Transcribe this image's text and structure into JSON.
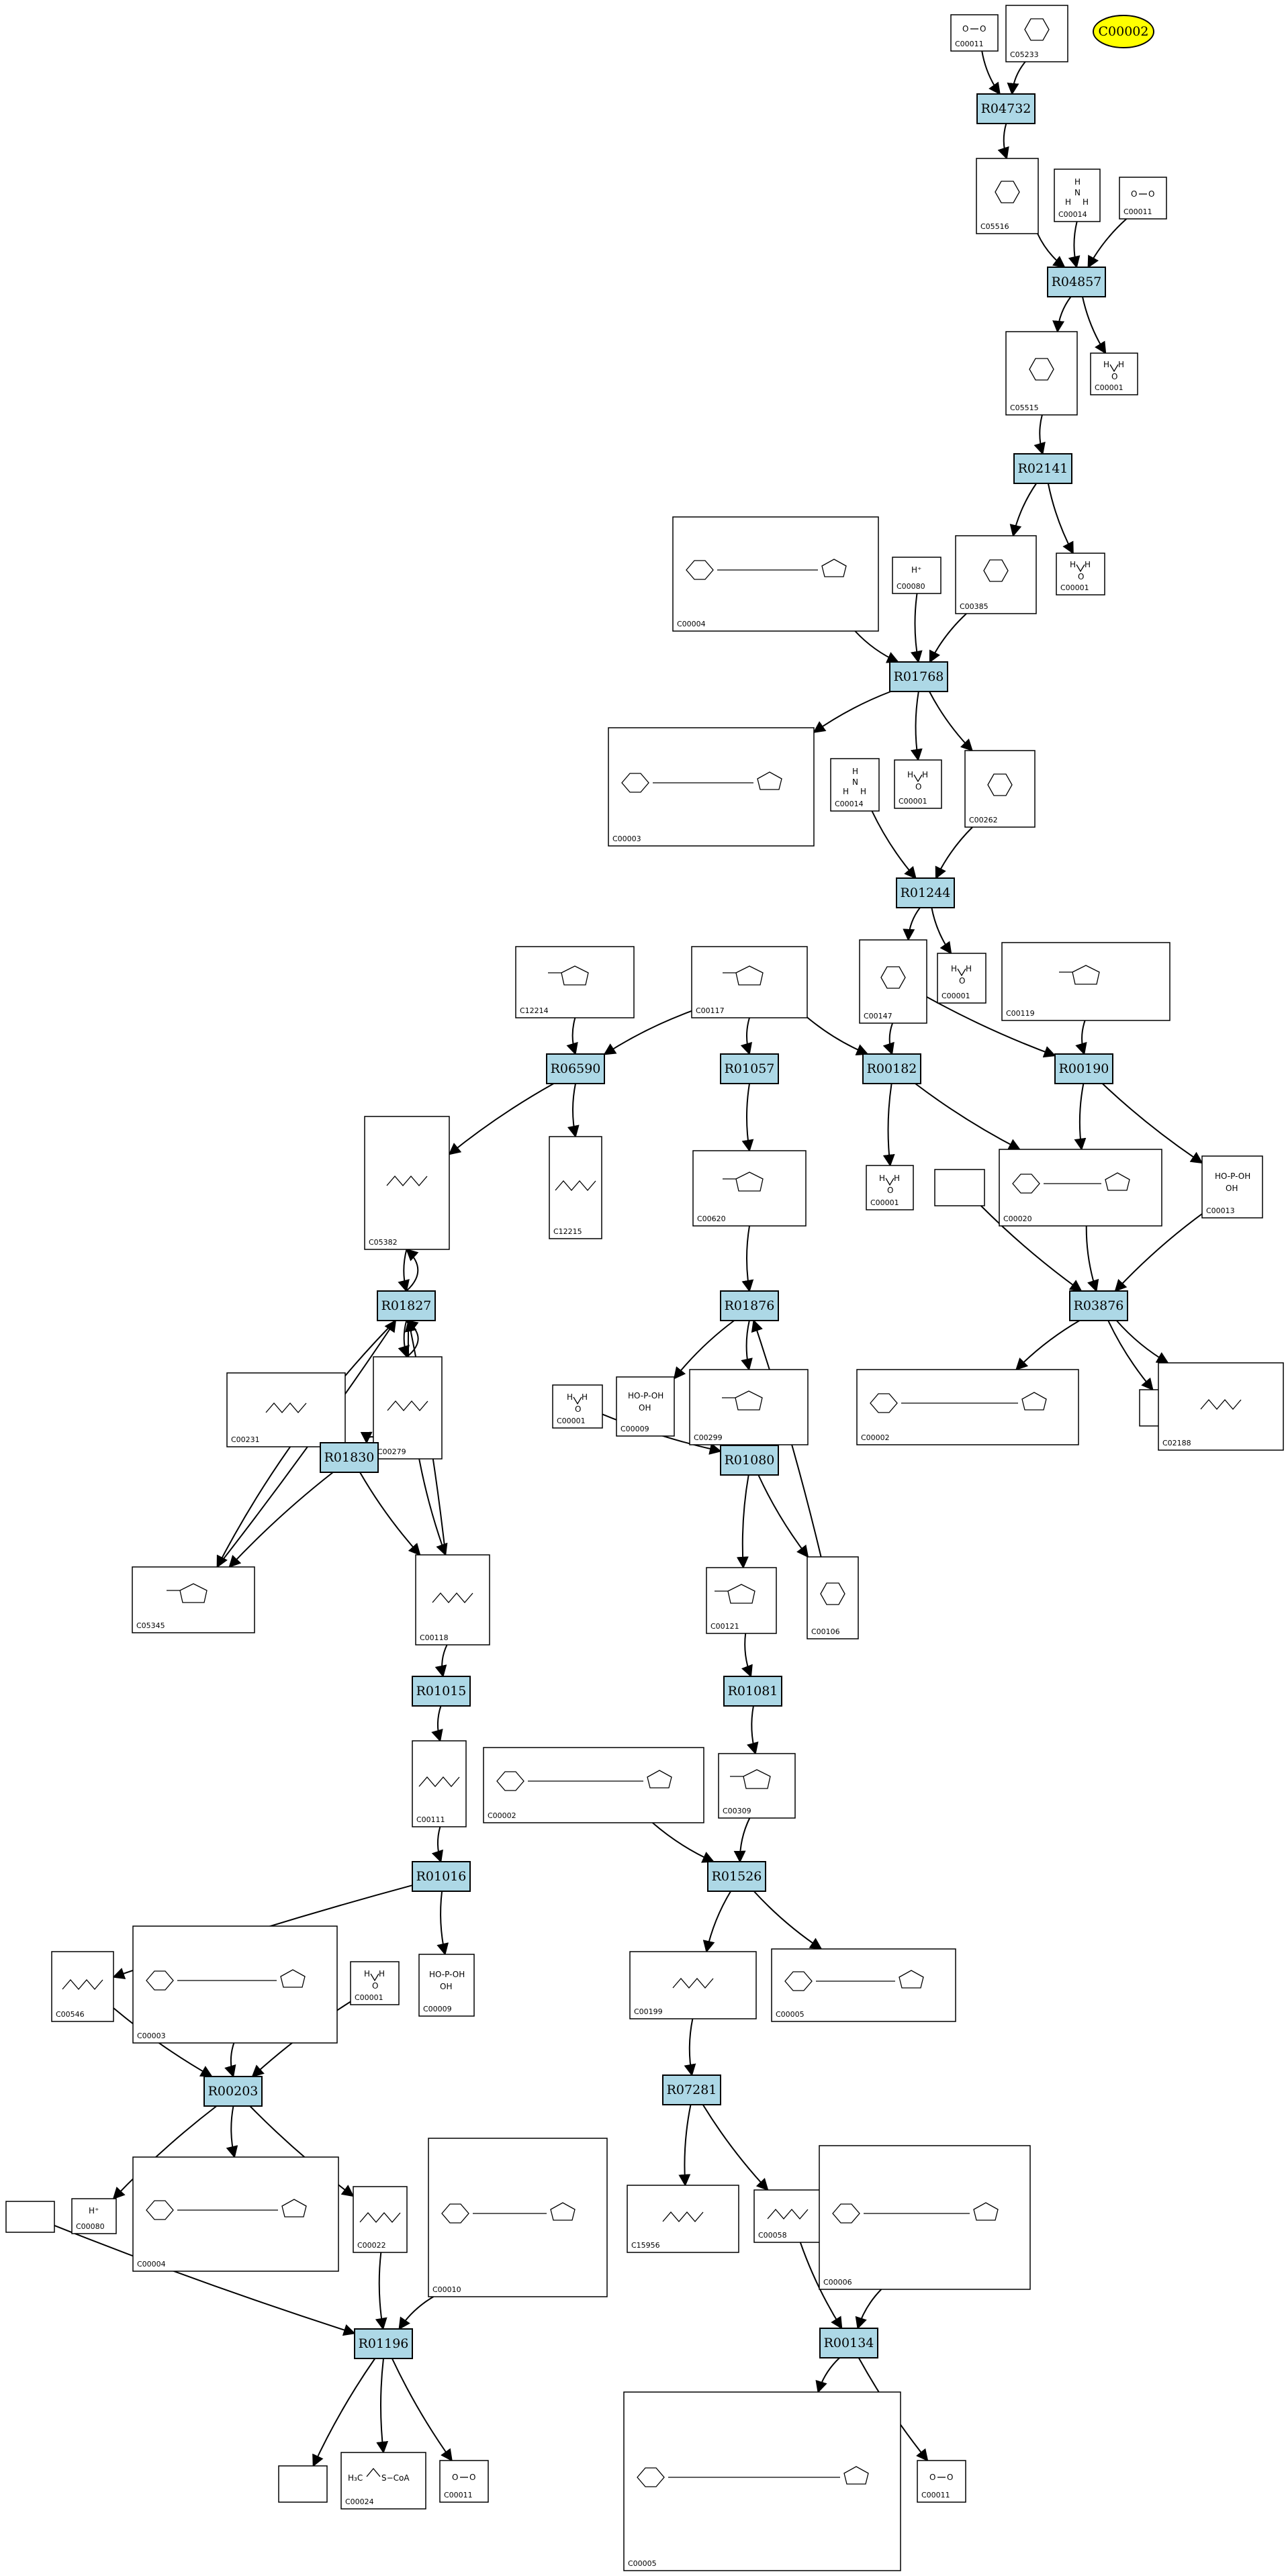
{
  "start_node": "C00002",
  "reactions": [
    {
      "id": "R04732",
      "label": "R04732"
    },
    {
      "id": "R04857",
      "label": "R04857"
    },
    {
      "id": "R02141",
      "label": "R02141"
    },
    {
      "id": "R01768",
      "label": "R01768"
    },
    {
      "id": "R01244",
      "label": "R01244"
    },
    {
      "id": "R06590",
      "label": "R06590"
    },
    {
      "id": "R01057",
      "label": "R01057"
    },
    {
      "id": "R00182",
      "label": "R00182"
    },
    {
      "id": "R00190",
      "label": "R00190"
    },
    {
      "id": "R01827",
      "label": "R01827"
    },
    {
      "id": "R01876",
      "label": "R01876"
    },
    {
      "id": "R03876",
      "label": "R03876"
    },
    {
      "id": "R01830",
      "label": "R01830"
    },
    {
      "id": "R01080",
      "label": "R01080"
    },
    {
      "id": "R01015",
      "label": "R01015"
    },
    {
      "id": "R01081",
      "label": "R01081"
    },
    {
      "id": "R01016",
      "label": "R01016"
    },
    {
      "id": "R01526",
      "label": "R01526"
    },
    {
      "id": "R00203",
      "label": "R00203"
    },
    {
      "id": "R07281",
      "label": "R07281"
    },
    {
      "id": "R01196",
      "label": "R01196"
    },
    {
      "id": "R00134",
      "label": "R00134"
    }
  ],
  "compounds": [
    {
      "id": "c_c00011_a",
      "label": "C00011",
      "mol": "co2"
    },
    {
      "id": "c_c05233",
      "label": "C05233",
      "mol": "ring"
    },
    {
      "id": "c_c05516",
      "label": "C05516",
      "mol": "ring"
    },
    {
      "id": "c_c00014_a",
      "label": "C00014",
      "mol": "nh3"
    },
    {
      "id": "c_c00011_b",
      "label": "C00011",
      "mol": "co2"
    },
    {
      "id": "c_c05515",
      "label": "C05515",
      "mol": "ring"
    },
    {
      "id": "c_c00001_a",
      "label": "C00001",
      "mol": "water"
    },
    {
      "id": "c_c00004_a",
      "label": "C00004",
      "mol": "nucleotide"
    },
    {
      "id": "c_c00080_a",
      "label": "C00080",
      "mol": "hplus"
    },
    {
      "id": "c_c00385",
      "label": "C00385",
      "mol": "ring"
    },
    {
      "id": "c_c00001_b",
      "label": "C00001",
      "mol": "water"
    },
    {
      "id": "c_c00003_a",
      "label": "C00003",
      "mol": "nucleotide"
    },
    {
      "id": "c_c00014_b",
      "label": "C00014",
      "mol": "nh3"
    },
    {
      "id": "c_c00001_c",
      "label": "C00001",
      "mol": "water"
    },
    {
      "id": "c_c00262",
      "label": "C00262",
      "mol": "ring"
    },
    {
      "id": "c_c12214",
      "label": "C12214",
      "mol": "sugar"
    },
    {
      "id": "c_c00117",
      "label": "C00117",
      "mol": "sugar"
    },
    {
      "id": "c_c00147",
      "label": "C00147",
      "mol": "ring"
    },
    {
      "id": "c_c00001_d",
      "label": "C00001",
      "mol": "water"
    },
    {
      "id": "c_c00119",
      "label": "C00119",
      "mol": "sugar"
    },
    {
      "id": "c_c05382",
      "label": "C05382",
      "mol": "chain"
    },
    {
      "id": "c_c12215",
      "label": "C12215",
      "mol": "chain"
    },
    {
      "id": "c_c00620",
      "label": "C00620",
      "mol": "sugar"
    },
    {
      "id": "c_c00001_e",
      "label": "C00001",
      "mol": "water"
    },
    {
      "id": "c_blank_1",
      "label": "",
      "mol": "none"
    },
    {
      "id": "c_c00020",
      "label": "C00020",
      "mol": "nucleotide"
    },
    {
      "id": "c_c00013",
      "label": "C00013",
      "mol": "phosphate"
    },
    {
      "id": "c_c00231",
      "label": "C00231",
      "mol": "chain"
    },
    {
      "id": "c_c00279",
      "label": "C00279",
      "mol": "chain"
    },
    {
      "id": "c_c00001_f",
      "label": "C00001",
      "mol": "water"
    },
    {
      "id": "c_c00009_a",
      "label": "C00009",
      "mol": "phosphate"
    },
    {
      "id": "c_c00299",
      "label": "C00299",
      "mol": "sugar"
    },
    {
      "id": "c_c00002_a",
      "label": "C00002",
      "mol": "nucleotide"
    },
    {
      "id": "c_blank_2",
      "label": "",
      "mol": "none"
    },
    {
      "id": "c_c02188",
      "label": "C02188",
      "mol": "chain"
    },
    {
      "id": "c_c05345",
      "label": "C05345",
      "mol": "sugar"
    },
    {
      "id": "c_c00118",
      "label": "C00118",
      "mol": "chain"
    },
    {
      "id": "c_c00121",
      "label": "C00121",
      "mol": "sugar"
    },
    {
      "id": "c_c00106",
      "label": "C00106",
      "mol": "ring"
    },
    {
      "id": "c_c00111",
      "label": "C00111",
      "mol": "chain"
    },
    {
      "id": "c_c00002_b",
      "label": "C00002",
      "mol": "nucleotide"
    },
    {
      "id": "c_c00309",
      "label": "C00309",
      "mol": "sugar"
    },
    {
      "id": "c_c00546",
      "label": "C00546",
      "mol": "chain"
    },
    {
      "id": "c_c00003_b",
      "label": "C00003",
      "mol": "nucleotide"
    },
    {
      "id": "c_c00001_g",
      "label": "C00001",
      "mol": "water"
    },
    {
      "id": "c_c00009_b",
      "label": "C00009",
      "mol": "phosphate"
    },
    {
      "id": "c_c00199",
      "label": "C00199",
      "mol": "chain"
    },
    {
      "id": "c_c00005_a",
      "label": "C00005",
      "mol": "nucleotide"
    },
    {
      "id": "c_c00080_b",
      "label": "C00080",
      "mol": "hplus"
    },
    {
      "id": "c_c00004_b",
      "label": "C00004",
      "mol": "nucleotide"
    },
    {
      "id": "c_c00022",
      "label": "C00022",
      "mol": "chain"
    },
    {
      "id": "c_c00010",
      "label": "C00010",
      "mol": "nucleotide"
    },
    {
      "id": "c_blank_3",
      "label": "",
      "mol": "none"
    },
    {
      "id": "c_c15956",
      "label": "C15956",
      "mol": "chain"
    },
    {
      "id": "c_c00058",
      "label": "C00058",
      "mol": "chain"
    },
    {
      "id": "c_c00006",
      "label": "C00006",
      "mol": "nucleotide"
    },
    {
      "id": "c_blank_4",
      "label": "",
      "mol": "none"
    },
    {
      "id": "c_c00024",
      "label": "C00024",
      "mol": "acetylcoa"
    },
    {
      "id": "c_c00011_c",
      "label": "C00011",
      "mol": "co2"
    },
    {
      "id": "c_c00005_b",
      "label": "C00005",
      "mol": "nucleotide"
    },
    {
      "id": "c_c00011_d",
      "label": "C00011",
      "mol": "co2"
    }
  ],
  "edges": [
    [
      "c_c00011_a",
      "R04732"
    ],
    [
      "c_c05233",
      "R04732"
    ],
    [
      "R04732",
      "c_c05516"
    ],
    [
      "c_c05516",
      "R04857"
    ],
    [
      "c_c00014_a",
      "R04857"
    ],
    [
      "c_c00011_b",
      "R04857"
    ],
    [
      "R04857",
      "c_c05515"
    ],
    [
      "R04857",
      "c_c00001_a"
    ],
    [
      "c_c05515",
      "R02141"
    ],
    [
      "R02141",
      "c_c00385"
    ],
    [
      "R02141",
      "c_c00001_b"
    ],
    [
      "c_c00004_a",
      "R01768"
    ],
    [
      "c_c00080_a",
      "R01768"
    ],
    [
      "c_c00385",
      "R01768"
    ],
    [
      "R01768",
      "c_c00003_a"
    ],
    [
      "R01768",
      "c_c00001_c"
    ],
    [
      "R01768",
      "c_c00262"
    ],
    [
      "c_c00014_b",
      "R01244"
    ],
    [
      "c_c00262",
      "R01244"
    ],
    [
      "R01244",
      "c_c00147"
    ],
    [
      "R01244",
      "c_c00001_d"
    ],
    [
      "c_c12214",
      "R06590"
    ],
    [
      "c_c00117",
      "R06590"
    ],
    [
      "c_c00117",
      "R01057"
    ],
    [
      "c_c00117",
      "R00182"
    ],
    [
      "c_c00147",
      "R00182"
    ],
    [
      "c_c00147",
      "R00190"
    ],
    [
      "c_c00119",
      "R00190"
    ],
    [
      "R06590",
      "c_c05382"
    ],
    [
      "R06590",
      "c_c12215"
    ],
    [
      "R01057",
      "c_c00620"
    ],
    [
      "R00182",
      "c_c00001_e"
    ],
    [
      "R00182",
      "c_c00020"
    ],
    [
      "R00190",
      "c_c00020"
    ],
    [
      "R00190",
      "c_c00013"
    ],
    [
      "c_c05382",
      "R01827"
    ],
    [
      "R01827",
      "c_c05382"
    ],
    [
      "c_c00620",
      "R01876"
    ],
    [
      "c_c00020",
      "R03876"
    ],
    [
      "c_blank_1",
      "R03876"
    ],
    [
      "c_c00013",
      "R03876"
    ],
    [
      "R01827",
      "c_c00279"
    ],
    [
      "c_c00279",
      "R01827"
    ],
    [
      "c_c05345",
      "R01827"
    ],
    [
      "R01827",
      "c_c05345"
    ],
    [
      "c_c00118",
      "R01827"
    ],
    [
      "R01827",
      "c_c00118"
    ],
    [
      "R01876",
      "c_c00009_a"
    ],
    [
      "R01876",
      "c_c00299"
    ],
    [
      "R03876",
      "c_c00002_a"
    ],
    [
      "R03876",
      "c_blank_2"
    ],
    [
      "R03876",
      "c_c02188"
    ],
    [
      "c_c00231",
      "R01830"
    ],
    [
      "c_c00279",
      "R01830"
    ],
    [
      "R01830",
      "c_c05345"
    ],
    [
      "R01830",
      "c_c00118"
    ],
    [
      "c_c00001_f",
      "R01080"
    ],
    [
      "c_c00299",
      "R01080"
    ],
    [
      "R01080",
      "c_c00121"
    ],
    [
      "R01080",
      "c_c00106"
    ],
    [
      "c_c00106",
      "R01876"
    ],
    [
      "c_c00118",
      "R01015"
    ],
    [
      "R01015",
      "c_c00111"
    ],
    [
      "c_c00121",
      "R01081"
    ],
    [
      "R01081",
      "c_c00309"
    ],
    [
      "c_c00111",
      "R01016"
    ],
    [
      "R01016",
      "c_c00546"
    ],
    [
      "R01016",
      "c_c00009_b"
    ],
    [
      "c_c00002_b",
      "R01526"
    ],
    [
      "c_c00309",
      "R01526"
    ],
    [
      "R01526",
      "c_c00199"
    ],
    [
      "R01526",
      "c_c00005_a"
    ],
    [
      "c_c00546",
      "R00203"
    ],
    [
      "c_c00003_b",
      "R00203"
    ],
    [
      "c_c00001_g",
      "R00203"
    ],
    [
      "R00203",
      "c_c00080_b"
    ],
    [
      "R00203",
      "c_c00004_b"
    ],
    [
      "R00203",
      "c_c00022"
    ],
    [
      "c_c00199",
      "R07281"
    ],
    [
      "R07281",
      "c_c15956"
    ],
    [
      "R07281",
      "c_c00058"
    ],
    [
      "c_c00022",
      "R01196"
    ],
    [
      "c_c00010",
      "R01196"
    ],
    [
      "c_blank_3",
      "R01196"
    ],
    [
      "R01196",
      "c_blank_4"
    ],
    [
      "R01196",
      "c_c00024"
    ],
    [
      "R01196",
      "c_c00011_c"
    ],
    [
      "c_c00058",
      "R00134"
    ],
    [
      "c_c00006",
      "R00134"
    ],
    [
      "R00134",
      "c_c00005_b"
    ],
    [
      "R00134",
      "c_c00011_d"
    ]
  ]
}
